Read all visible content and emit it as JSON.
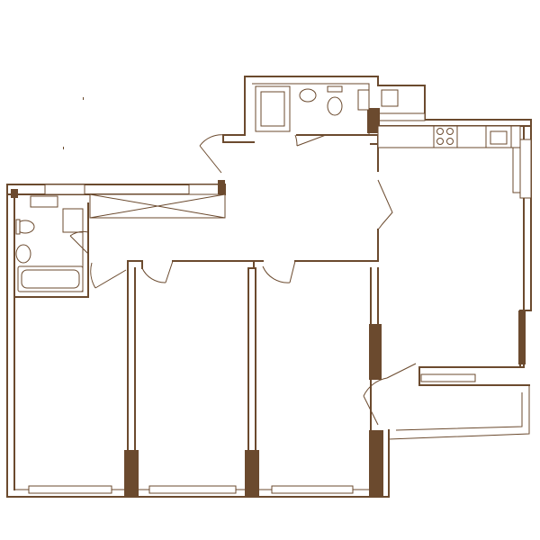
{
  "colors": {
    "line": "#6b4a2e",
    "background": "#ffffff"
  },
  "plan": {
    "rooms": [
      "bedroom-1",
      "bedroom-2",
      "bedroom-3",
      "living-kitchen",
      "bathroom-1",
      "bathroom-2",
      "hallway",
      "balcony"
    ],
    "fixtures": [
      "bathtub",
      "toilet",
      "sink",
      "shower",
      "stove",
      "kitchen-sink"
    ]
  }
}
